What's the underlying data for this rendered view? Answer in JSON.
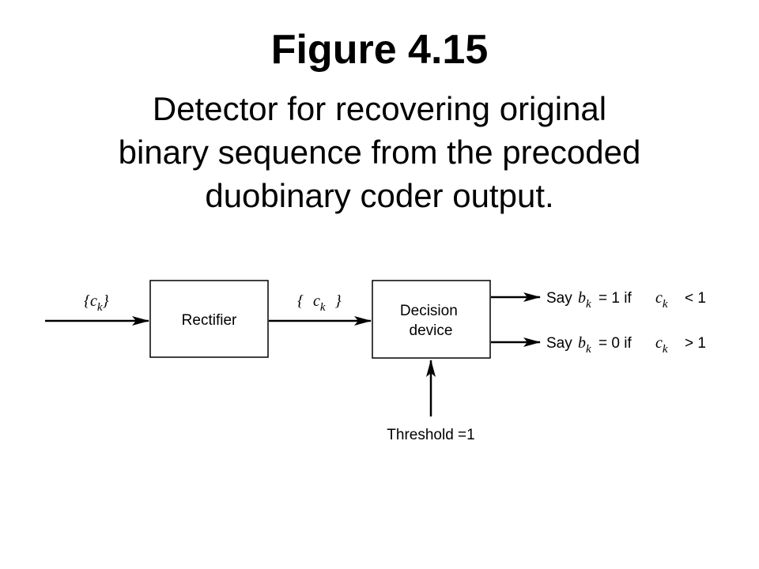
{
  "slide": {
    "title": "Figure 4.15",
    "subtitle_lines": [
      "Detector for recovering original",
      "binary sequence from the precoded",
      "duobinary coder output."
    ]
  },
  "diagram": {
    "input_label": {
      "open": "{",
      "symbol": "c",
      "subscript": "k",
      "close": "}"
    },
    "rectifier_label": "Rectifier",
    "rectified_label": {
      "open": "{",
      "symbol": "c",
      "subscript": "k",
      "close": "}"
    },
    "decision_device_lines": [
      "Decision",
      "device"
    ],
    "threshold_label": "Threshold =1",
    "outputs": [
      {
        "say": "Say",
        "symbol": "b",
        "subscript": "k",
        "assign": "= 1 if",
        "cond_symbol": "c",
        "cond_subscript": "k",
        "comparison": "< 1"
      },
      {
        "say": "Say",
        "symbol": "b",
        "subscript": "k",
        "assign": "= 0 if",
        "cond_symbol": "c",
        "cond_subscript": "k",
        "comparison": "> 1"
      }
    ],
    "colors": {
      "line": "#000000",
      "background": "#ffffff"
    }
  }
}
